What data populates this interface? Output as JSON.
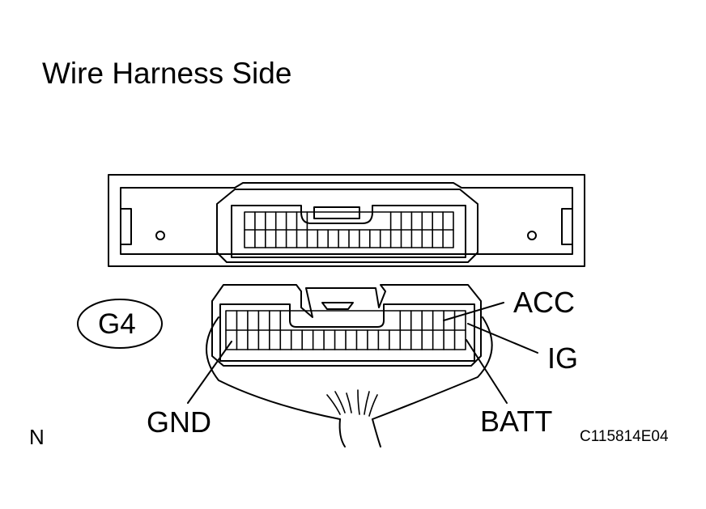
{
  "title": "Wire Harness Side",
  "connector_id": "G4",
  "pins": {
    "acc": "ACC",
    "ig": "IG",
    "gnd": "GND",
    "batt": "BATT"
  },
  "corner_mark": "N",
  "figure_code": "C115814E04",
  "colors": {
    "line": "#000000",
    "background": "#ffffff"
  }
}
